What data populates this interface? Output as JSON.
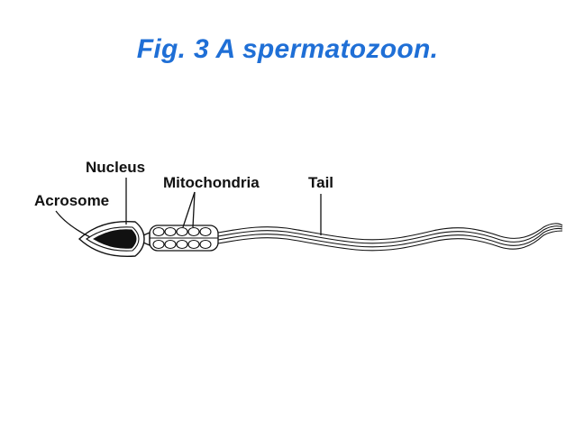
{
  "title": "Fig. 3 A spermatozoon.",
  "labels": {
    "nucleus": "Nucleus",
    "mitochondria": "Mitochondria",
    "tail": "Tail",
    "acrosome": "Acrosome"
  },
  "colors": {
    "title": "#1f6fd6",
    "lines": "#111111"
  }
}
